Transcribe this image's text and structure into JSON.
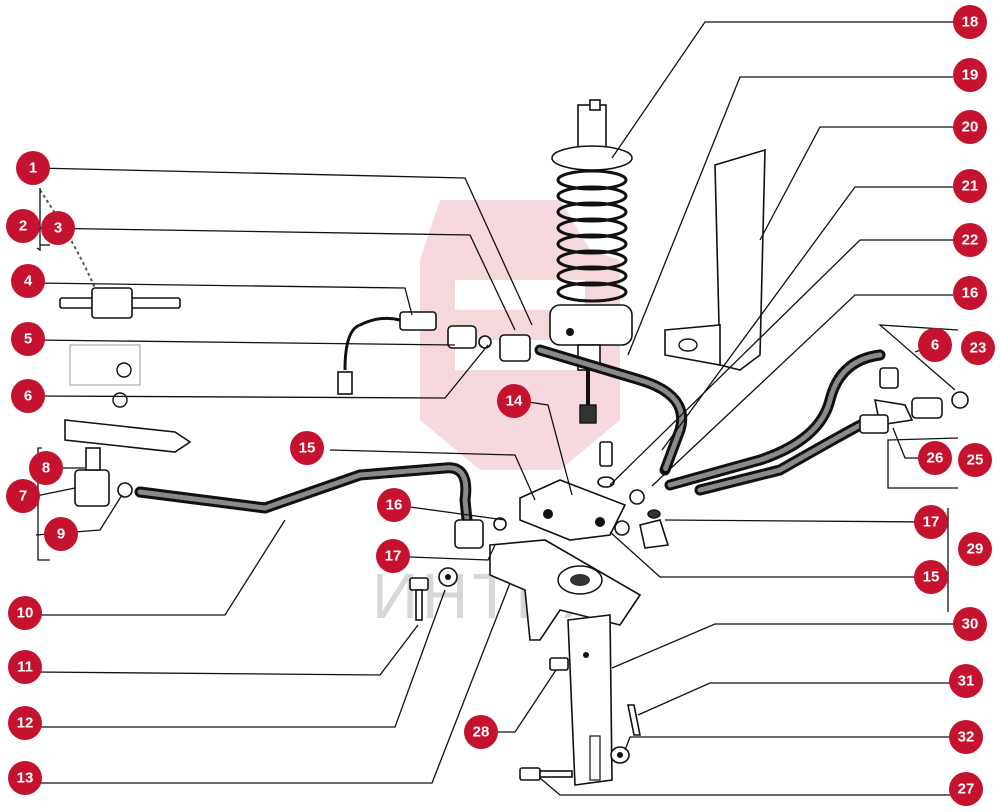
{
  "watermark": {
    "text": "ИНТЕХ",
    "color": "#c4122f"
  },
  "callout_color": "#c4122f",
  "labels": {
    "l1": "1",
    "l2": "2",
    "l3": "3",
    "l4": "4",
    "l5": "5",
    "l6a": "6",
    "l6b": "6",
    "l7": "7",
    "l8": "8",
    "l9": "9",
    "l10": "10",
    "l11": "11",
    "l12": "12",
    "l13": "13",
    "l14": "14",
    "l15a": "15",
    "l15b": "15",
    "l16a": "16",
    "l16b": "16",
    "l17a": "17",
    "l17b": "17",
    "l18": "18",
    "l19": "19",
    "l20": "20",
    "l21": "21",
    "l22": "22",
    "l23": "23",
    "l25": "25",
    "l26": "26",
    "l27": "27",
    "l28": "28",
    "l29": "29",
    "l30": "30",
    "l31": "31",
    "l32": "32"
  }
}
